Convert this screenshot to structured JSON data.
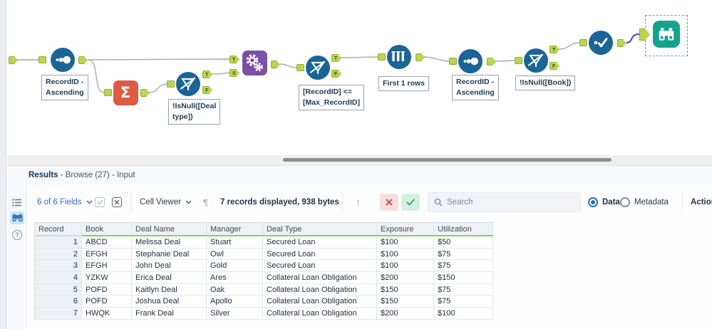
{
  "colors": {
    "tool_blue": "#1b6496",
    "anchor_green": "#bcd551",
    "summarize_orange": "#dd5b43",
    "macro_purple": "#7a50a5",
    "browse_teal": "#16a38b",
    "selected_wire": "#3f48cc",
    "wire_gray": "#a8a8a8",
    "header_green": "#7ed957",
    "link_blue": "#2d6db5",
    "cancel_red": "#d63a3a",
    "ok_green": "#2fa35c"
  },
  "canvas": {
    "anchor_letters": {
      "T": "T",
      "F": "F",
      "S": "S"
    },
    "tools": [
      {
        "id": "recordid1",
        "type": "recordid",
        "label_lines": [
          "RecordID -",
          "Ascending"
        ]
      },
      {
        "id": "summarize",
        "type": "summarize",
        "label_lines": []
      },
      {
        "id": "filter1",
        "type": "filter",
        "label_lines": [
          "!IsNull([Deal",
          "type])"
        ]
      },
      {
        "id": "macro",
        "type": "macro",
        "label_lines": []
      },
      {
        "id": "filter2",
        "type": "filter",
        "label_lines": [
          "[RecordID] <=",
          "[Max_RecordID]"
        ]
      },
      {
        "id": "sample",
        "type": "sample",
        "label_lines": [
          "First 1 rows"
        ]
      },
      {
        "id": "recordid2",
        "type": "recordid",
        "label_lines": [
          "RecordID -",
          "Ascending"
        ]
      },
      {
        "id": "filter3",
        "type": "filter",
        "label_lines": [
          "!IsNull([Book])"
        ]
      },
      {
        "id": "unique",
        "type": "unique",
        "label_lines": []
      },
      {
        "id": "browse",
        "type": "browse",
        "label_lines": [],
        "selected": true
      }
    ]
  },
  "results": {
    "title_bold": "Results",
    "title_rest": " - Browse (27) - Input",
    "toolbar": {
      "fields_label": "6 of 6 Fields",
      "cell_viewer_label": "Cell Viewer",
      "records_label": "7 records displayed, 938 bytes",
      "pilcrow": "¶",
      "up_arrow": "↑",
      "search_placeholder": "Search",
      "data_label": "Data",
      "metadata_label": "Metadata",
      "actions_label": "Action"
    },
    "table": {
      "headers": [
        "Record",
        "Book",
        "Deal Name",
        "Manager",
        "Deal Type",
        "Exposure",
        "Utilization"
      ],
      "rows": [
        [
          "1",
          "ABCD",
          "Melissa Deal",
          "Stuart",
          "Secured Loan",
          "$100",
          "$50"
        ],
        [
          "2",
          "EFGH",
          "Stephanie Deal",
          "Owl",
          "Secured Loan",
          "$100",
          "$75"
        ],
        [
          "3",
          "EFGH",
          "John Deal",
          "Gold",
          "Secured Loan",
          "$100",
          "$75"
        ],
        [
          "4",
          "YZKW",
          "Erica Deal",
          "Ares",
          "Collateral Loan Obligation",
          "$200",
          "$150"
        ],
        [
          "5",
          "POFD",
          "Kaitlyn Deal",
          "Oak",
          "Collateral Loan Obligation",
          "$150",
          "$75"
        ],
        [
          "6",
          "POFD",
          "Joshua Deal",
          "Apollo",
          "Collateral Loan Obligation",
          "$150",
          "$75"
        ],
        [
          "7",
          "HWQK",
          "Frank Deal",
          "Silver",
          "Collateral Loan Obligation",
          "$200",
          "$100"
        ]
      ]
    }
  }
}
